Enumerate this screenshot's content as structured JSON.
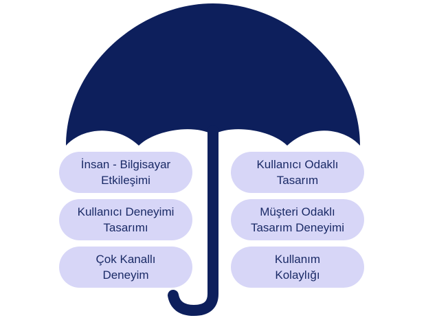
{
  "colors": {
    "umbrella": "#0d1f5c",
    "pill_fill": "#d7d6f7",
    "text": "#1a2a66"
  },
  "umbrella": {
    "icon": "umbrella-icon"
  },
  "left_items": [
    {
      "label": "İnsan - Bilgisayar\nEtkileşimi"
    },
    {
      "label": "Kullanıcı Deneyimi\nTasarımı"
    },
    {
      "label": "Çok Kanallı\nDeneyim"
    }
  ],
  "right_items": [
    {
      "label": "Kullanıcı Odaklı\nTasarım"
    },
    {
      "label": "Müşteri Odaklı\nTasarım Deneyimi"
    },
    {
      "label": "Kullanım\nKolaylığı"
    }
  ]
}
